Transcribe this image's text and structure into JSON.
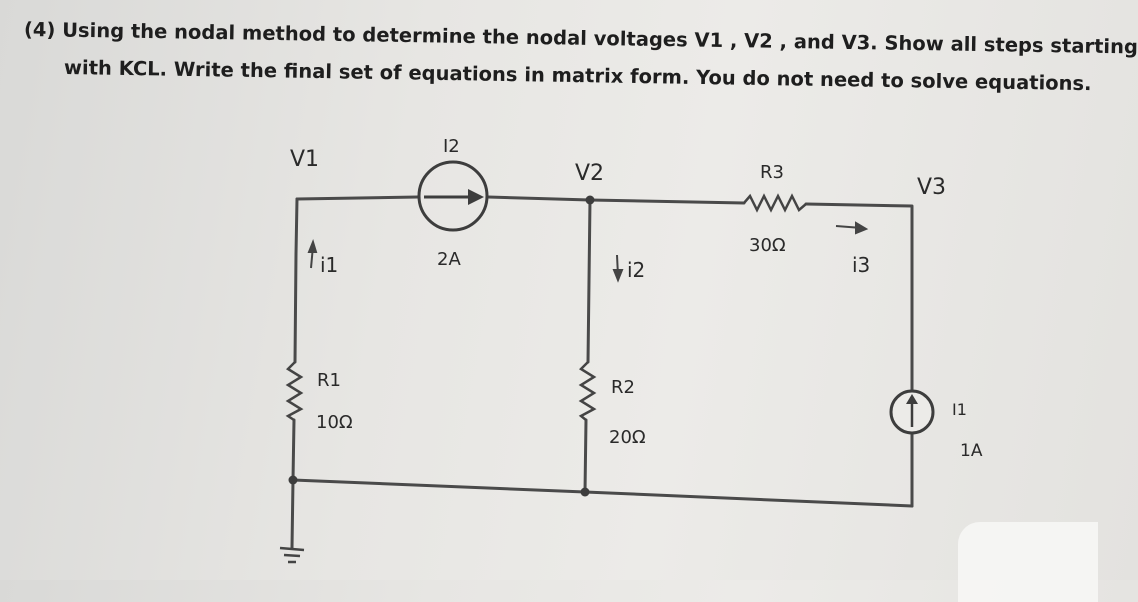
{
  "problem": {
    "line1": "(4) Using the nodal method to determine the nodal voltages V1 , V2 , and V3. Show all steps starting",
    "line2": "with KCL. Write the final set of equations in matrix form. You do not need to solve equations."
  },
  "circuit": {
    "nodes": {
      "v1": "V1",
      "v2": "V2",
      "v3": "V3"
    },
    "source_top": {
      "name": "I2",
      "value": "2A"
    },
    "source_right": {
      "name": "I1",
      "value": "1A"
    },
    "r1": {
      "name": "R1",
      "value": "10Ω"
    },
    "r2": {
      "name": "R2",
      "value": "20Ω"
    },
    "r3": {
      "name": "R3",
      "value": "30Ω"
    },
    "currents": {
      "i1": "i1",
      "i2": "i2",
      "i3": "i3"
    }
  }
}
